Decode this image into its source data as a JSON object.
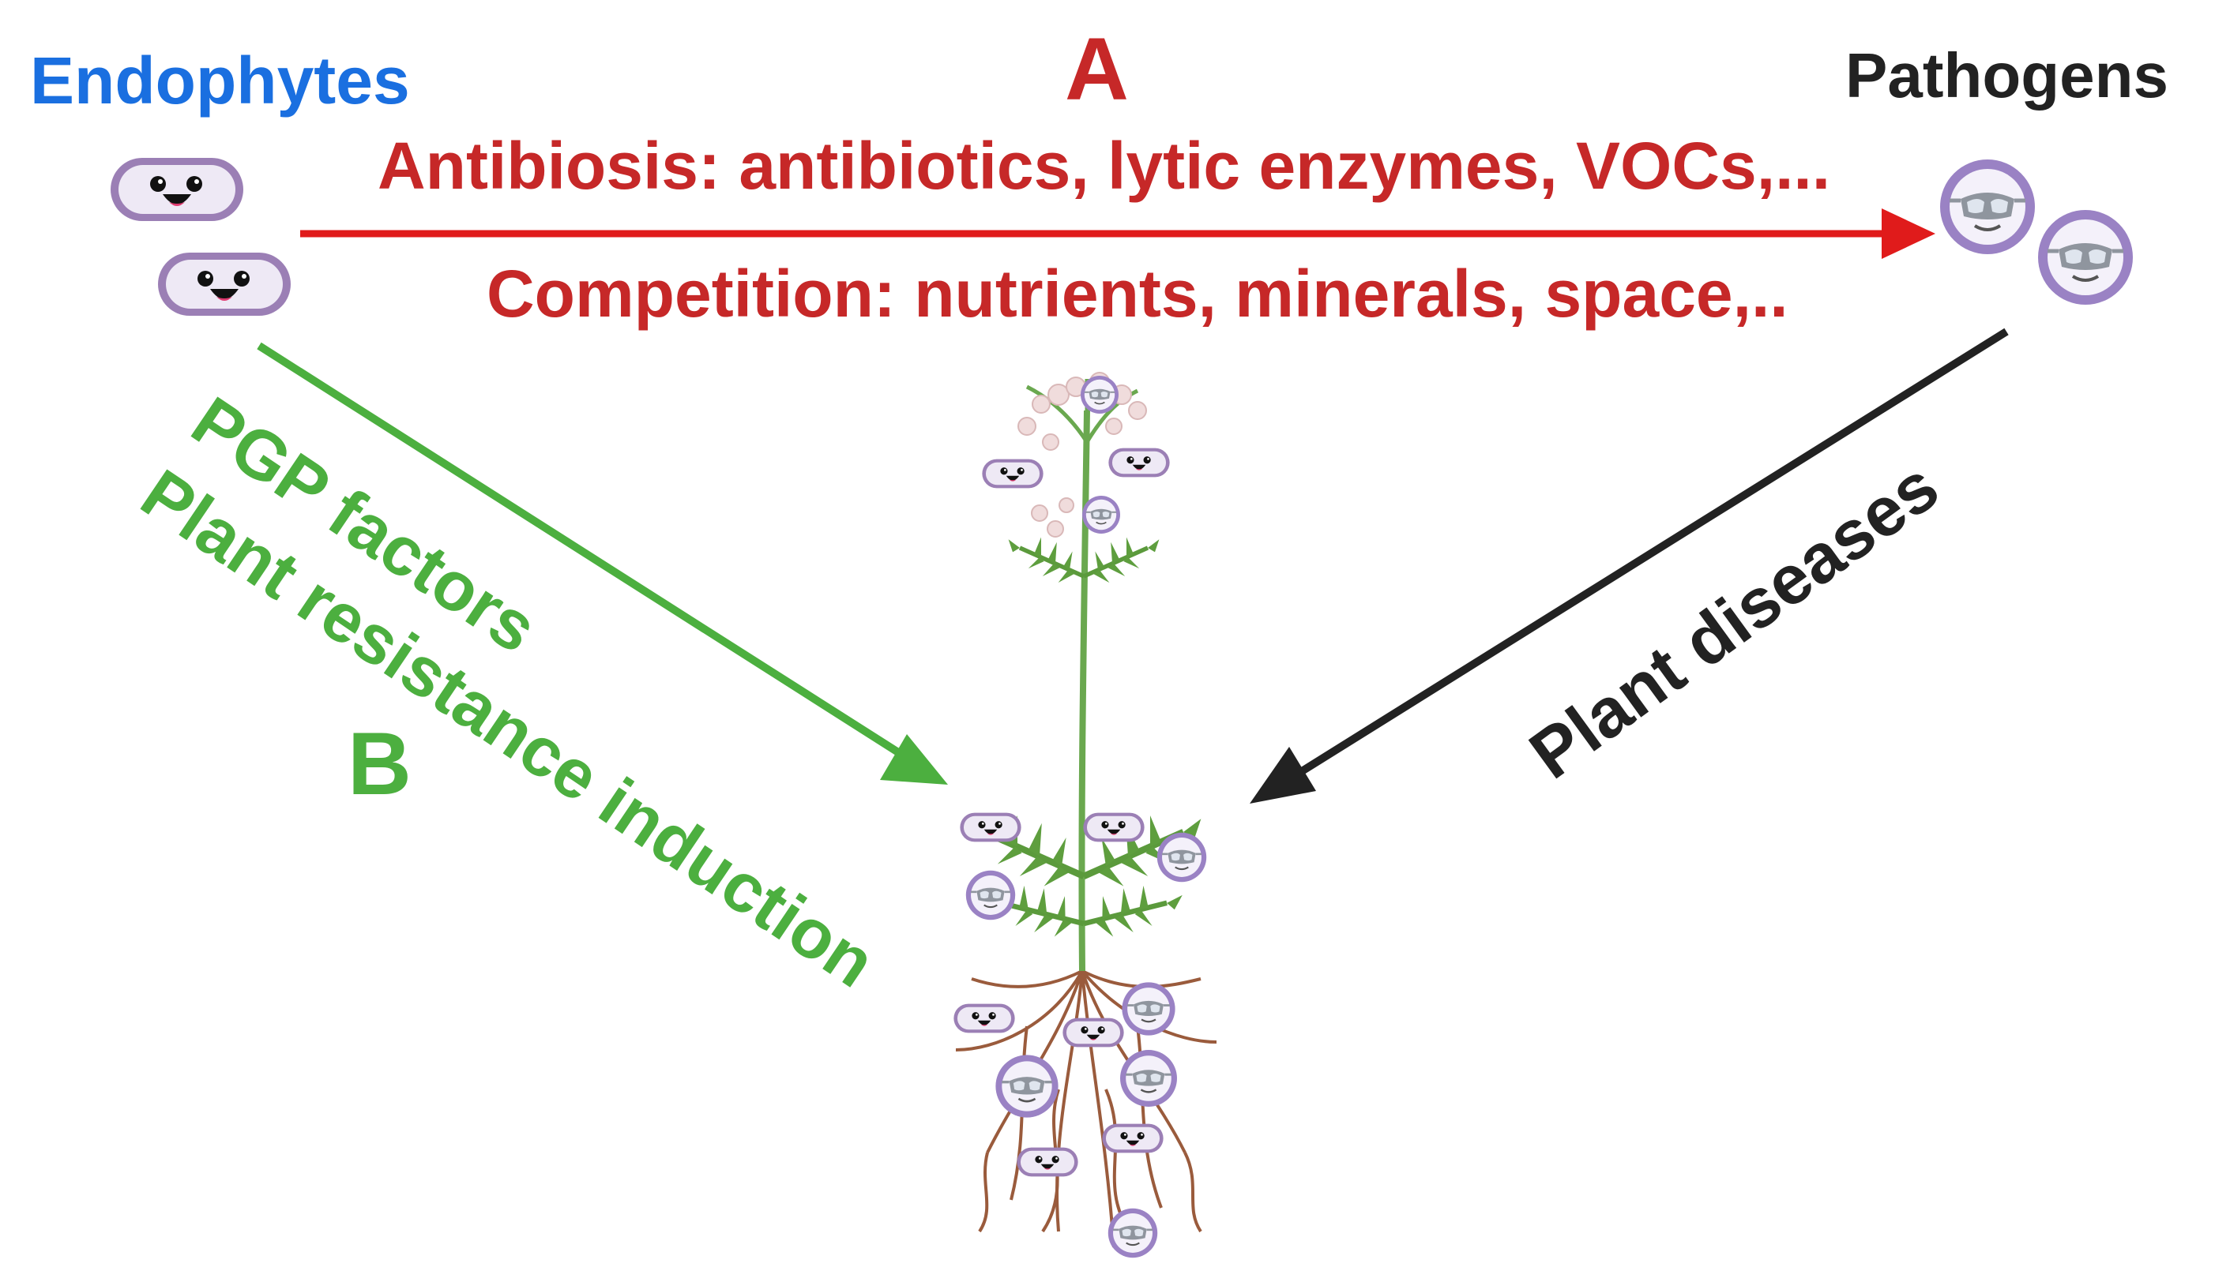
{
  "labels": {
    "endophytes": "Endophytes",
    "pathogens": "Pathogens",
    "panel_a": "A",
    "panel_b": "B",
    "antibiosis": "Antibiosis: antibiotics, lytic enzymes, VOCs,...",
    "competition": "Competition: nutrients, minerals, space,..",
    "pgp_factors": "PGP factors",
    "plant_resistance": "Plant resistance induction",
    "plant_diseases": "Plant diseases"
  },
  "colors": {
    "endophytes_blue": "#1a6fe0",
    "interaction_red": "#c62828",
    "arrow_red": "#e01b1b",
    "benefit_green": "#4caf3f",
    "pathogen_dark": "#222222",
    "stem_green": "#6aa84f",
    "root_brown": "#9a5b3c",
    "endophyte_body": "#ece6f3",
    "endophyte_outline": "#9b7fb5",
    "pathogen_ring": "#9a82c4",
    "flower_pink": "#f0dcdc"
  },
  "icons": {
    "endophyte": "smiling-bacterium-icon",
    "pathogen": "goggled-virus-icon",
    "plant": "plant-with-roots-icon"
  }
}
